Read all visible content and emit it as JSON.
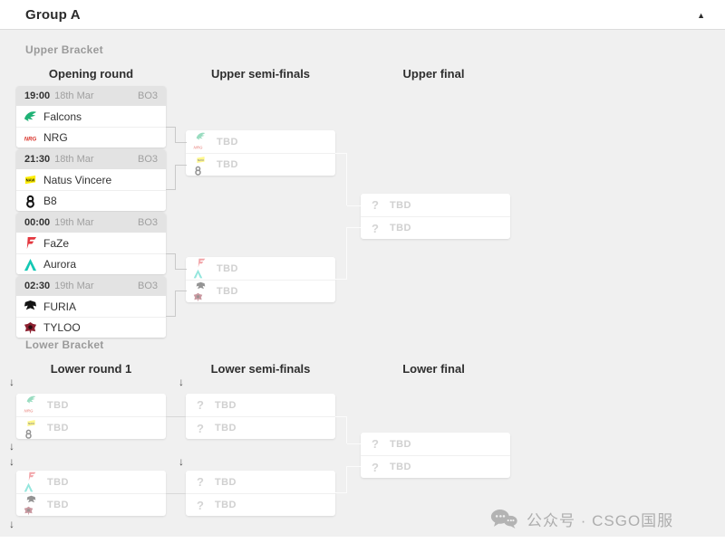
{
  "header": {
    "title": "Group A",
    "collapse_glyph": "▲"
  },
  "labels": {
    "tbd": "TBD",
    "question": "?",
    "drop_arrow": "↓"
  },
  "upper": {
    "section_label": "Upper Bracket",
    "columns": [
      "Opening round",
      "Upper semi-finals",
      "Upper final"
    ],
    "matches": [
      {
        "time": "19:00",
        "date": "18th Mar",
        "format": "BO3",
        "teams": [
          {
            "name": "Falcons",
            "logo": "falcons"
          },
          {
            "name": "NRG",
            "logo": "nrg"
          }
        ]
      },
      {
        "time": "21:30",
        "date": "18th Mar",
        "format": "BO3",
        "teams": [
          {
            "name": "Natus Vincere",
            "logo": "navi"
          },
          {
            "name": "B8",
            "logo": "b8"
          }
        ]
      },
      {
        "time": "00:00",
        "date": "19th Mar",
        "format": "BO3",
        "teams": [
          {
            "name": "FaZe",
            "logo": "faze"
          },
          {
            "name": "Aurora",
            "logo": "aurora"
          }
        ]
      },
      {
        "time": "02:30",
        "date": "19th Mar",
        "format": "BO3",
        "teams": [
          {
            "name": "FURIA",
            "logo": "furia"
          },
          {
            "name": "TYLOO",
            "logo": "tyloo"
          }
        ]
      }
    ],
    "semifinals": [
      {
        "slots": [
          {
            "label": "TBD",
            "possible": [
              "falcons",
              "nrg"
            ]
          },
          {
            "label": "TBD",
            "possible": [
              "navi",
              "b8"
            ]
          }
        ]
      },
      {
        "slots": [
          {
            "label": "TBD",
            "possible": [
              "faze",
              "aurora"
            ]
          },
          {
            "label": "TBD",
            "possible": [
              "furia",
              "tyloo"
            ]
          }
        ]
      }
    ],
    "final": {
      "slots": [
        {
          "label": "TBD"
        },
        {
          "label": "TBD"
        }
      ]
    }
  },
  "lower": {
    "section_label": "Lower Bracket",
    "columns": [
      "Lower round 1",
      "Lower semi-finals",
      "Lower final"
    ],
    "round1": [
      {
        "slots": [
          {
            "label": "TBD",
            "possible": [
              "falcons",
              "nrg"
            ]
          },
          {
            "label": "TBD",
            "possible": [
              "navi",
              "b8"
            ]
          }
        ]
      },
      {
        "slots": [
          {
            "label": "TBD",
            "possible": [
              "faze",
              "aurora"
            ]
          },
          {
            "label": "TBD",
            "possible": [
              "furia",
              "tyloo"
            ]
          }
        ]
      }
    ],
    "semifinals": [
      {
        "slots": [
          {
            "label": "TBD"
          },
          {
            "label": "TBD"
          }
        ]
      },
      {
        "slots": [
          {
            "label": "TBD"
          },
          {
            "label": "TBD"
          }
        ]
      }
    ],
    "final": {
      "slots": [
        {
          "label": "TBD"
        },
        {
          "label": "TBD"
        }
      ]
    }
  },
  "watermark": {
    "text": "公众号 · CSGO国服"
  },
  "colors": {
    "background": "#f0f0f0",
    "card": "#ffffff",
    "card_header": "#e3e3e3",
    "tbd_text": "#d0d0d0",
    "connector": "#c9c9c9",
    "falcons": "#1fb275",
    "nrg": "#d9342b",
    "navi": "#ffee00",
    "b8": "#111111",
    "faze": "#e4373f",
    "aurora": "#14c8b4",
    "furia": "#141414",
    "tyloo": "#8c2030"
  }
}
